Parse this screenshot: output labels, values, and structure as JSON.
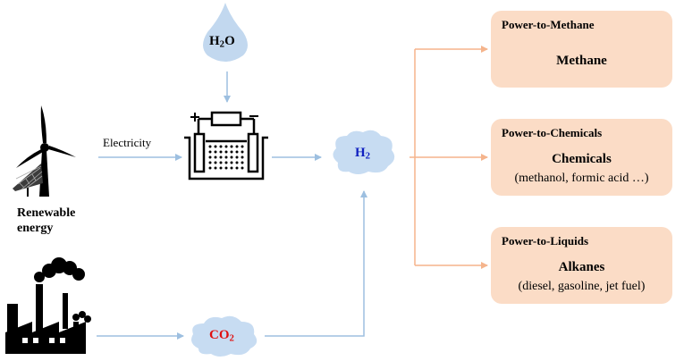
{
  "labels": {
    "electricity": "Electricity",
    "renewable_line1": "Renewable",
    "renewable_line2": "energy"
  },
  "molecules": {
    "water": {
      "prefix": "H",
      "sub": "2",
      "suffix": "O",
      "color": "#000000"
    },
    "hydrogen": {
      "prefix": "H",
      "sub": "2",
      "suffix": "",
      "color": "#1020c0"
    },
    "co2": {
      "prefix": "CO",
      "sub": "2",
      "suffix": "",
      "color": "#e01010"
    }
  },
  "pathways": [
    {
      "title": "Power-to-Methane",
      "product": "Methane",
      "examples": ""
    },
    {
      "title": "Power-to-Chemicals",
      "product": "Chemicals",
      "examples": "(methanol, formic acid …)"
    },
    {
      "title": "Power-to-Liquids",
      "product": "Alkanes",
      "examples": "(diesel, gasoline, jet fuel)"
    }
  ],
  "colors": {
    "blue_arrow": "#9dbfe0",
    "orange_arrow": "#f5b48c",
    "box_fill": "#fbdcc6",
    "cloud_fill": "#c7dcf2",
    "drop_fill": "#c2d8ef"
  }
}
